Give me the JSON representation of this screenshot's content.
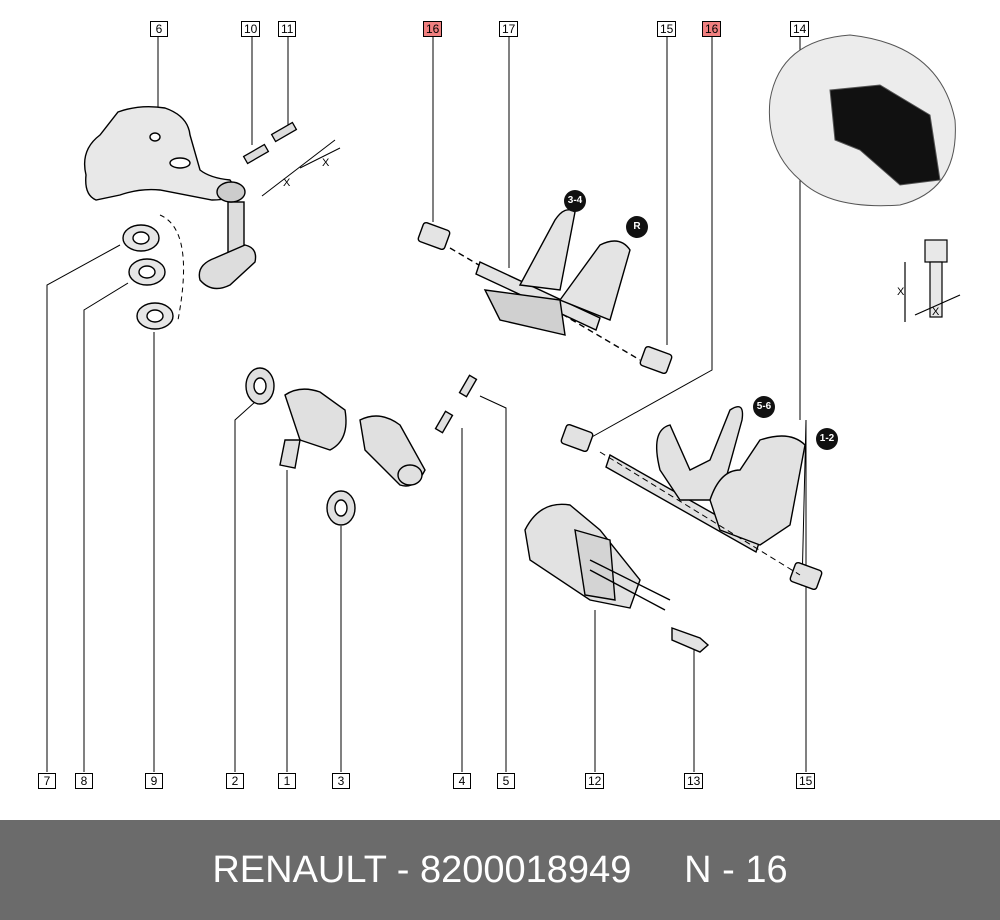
{
  "callouts": {
    "c6": "6",
    "c10": "10",
    "c11": "11",
    "c16a": "16",
    "c17": "17",
    "c15a": "15",
    "c16b": "16",
    "c14": "14",
    "c7": "7",
    "c8": "8",
    "c9": "9",
    "c2": "2",
    "c1": "1",
    "c3": "3",
    "c4": "4",
    "c5": "5",
    "c12": "12",
    "c13": "13",
    "c15b": "15"
  },
  "badges": {
    "b34": "3-4",
    "bR": "R",
    "b56": "5-6",
    "b12": "1-2"
  },
  "dim_marks": {
    "x1": "X",
    "x2": "X",
    "x3": "X",
    "x4": "X"
  },
  "footer": {
    "brand": "RENAULT",
    "sep": " - ",
    "part_number": "8200018949",
    "gap": "     ",
    "code": "N - 16"
  },
  "colors": {
    "highlight": "#f08080",
    "footer_bg": "#6b6b6b",
    "badge_bg": "#111111"
  }
}
